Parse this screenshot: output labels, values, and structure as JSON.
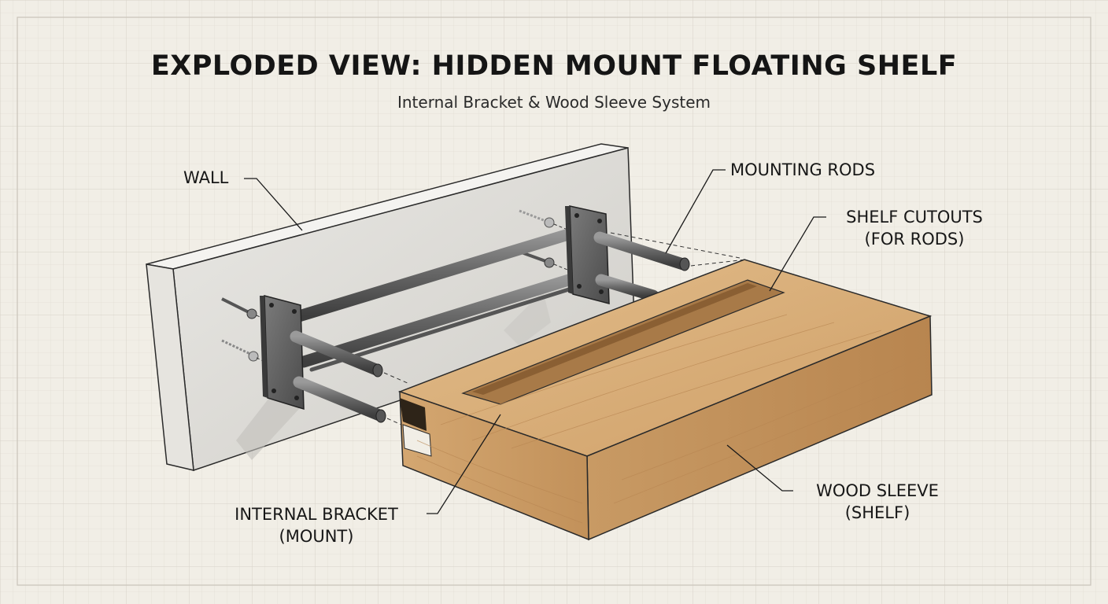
{
  "title": "EXPLODED VIEW: HIDDEN MOUNT FLOATING SHELF",
  "subtitle": "Internal Bracket & Wood Sleeve System",
  "labels": {
    "wall": "WALL",
    "mounting_rods": "MOUNTING RODS",
    "shelf_cutouts_line1": "SHELF CUTOUTS",
    "shelf_cutouts_line2": "(FOR RODS)",
    "internal_bracket_line1": "INTERNAL BRACKET",
    "internal_bracket_line2": "(MOUNT)",
    "wood_sleeve_line1": "WOOD SLEEVE",
    "wood_sleeve_line2": "(SHELF)"
  },
  "colors": {
    "background": "#f1eee6",
    "grid": "#dcd8cf",
    "wall_face": "#d9d7d2",
    "steel": "#6a6a6a",
    "wood_top": "#d9b27f",
    "wood_front": "#c49561",
    "ink": "#151515"
  }
}
